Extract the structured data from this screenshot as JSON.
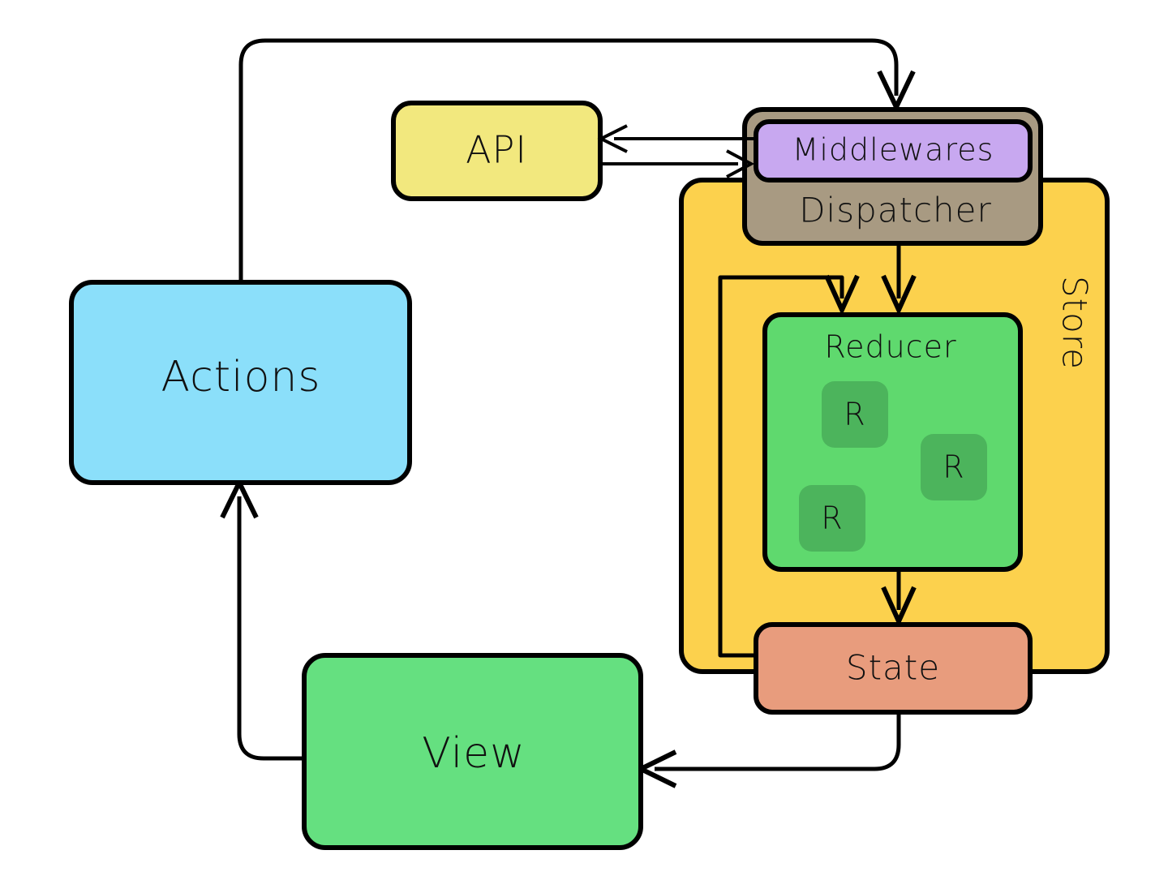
{
  "diagram": {
    "title": "Redux data flow diagram",
    "nodes": {
      "actions": {
        "label": "Actions",
        "color": "#8BDFFA"
      },
      "api": {
        "label": "API",
        "color": "#F2E87E"
      },
      "view": {
        "label": "View",
        "color": "#65E080"
      },
      "store": {
        "label": "Store",
        "color": "#FCD14D"
      },
      "dispatcher": {
        "label": "Dispatcher",
        "color": "#A89A82"
      },
      "middlewares": {
        "label": "Middlewares",
        "color": "#C8A8F0"
      },
      "reducer": {
        "label": "Reducer",
        "color": "#5FD96E"
      },
      "state": {
        "label": "State",
        "color": "#E89C7D"
      },
      "sub_reducers": [
        {
          "label": "R",
          "color": "#4CB45C"
        },
        {
          "label": "R",
          "color": "#4CB45C"
        },
        {
          "label": "R",
          "color": "#4CB45C"
        }
      ]
    },
    "edges": [
      {
        "name": "actions-to-dispatcher",
        "from": "Actions",
        "to": "Dispatcher"
      },
      {
        "name": "middlewares-to-api",
        "from": "Middlewares",
        "to": "API"
      },
      {
        "name": "api-to-middlewares",
        "from": "API",
        "to": "Middlewares"
      },
      {
        "name": "dispatcher-to-reducer",
        "from": "Dispatcher",
        "to": "Reducer"
      },
      {
        "name": "reducer-to-state",
        "from": "Reducer",
        "to": "State"
      },
      {
        "name": "state-to-reducer",
        "from": "State",
        "to": "Reducer"
      },
      {
        "name": "state-to-view",
        "from": "State",
        "to": "View"
      },
      {
        "name": "view-to-actions",
        "from": "View",
        "to": "Actions"
      }
    ],
    "stroke_color": "#000000",
    "background": "#ffffff"
  }
}
